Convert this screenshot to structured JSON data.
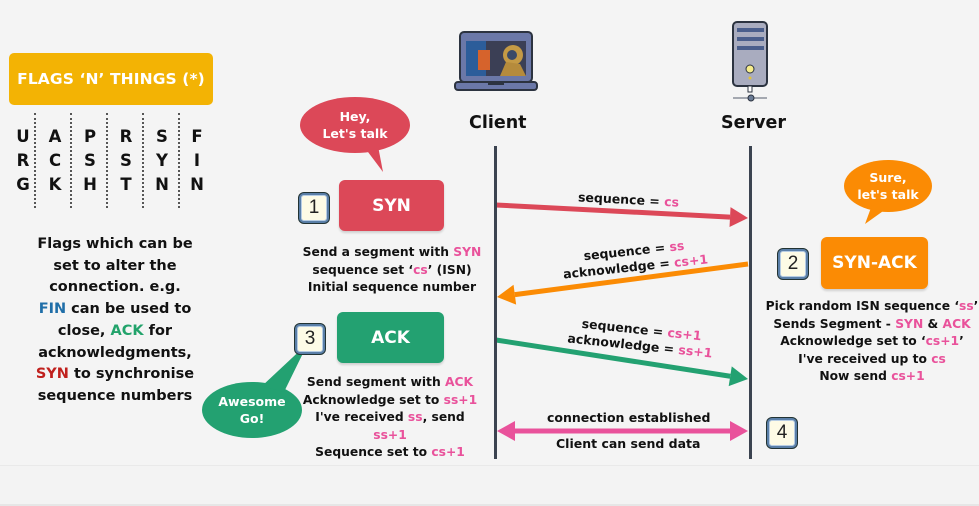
{
  "flags_panel": {
    "title": "FLAGS ‘N’ THINGS (*)",
    "flags": [
      {
        "letters": [
          "U",
          "R",
          "G"
        ],
        "name": "URG"
      },
      {
        "letters": [
          "A",
          "C",
          "K"
        ],
        "name": "ACK"
      },
      {
        "letters": [
          "P",
          "S",
          "H"
        ],
        "name": "PSH"
      },
      {
        "letters": [
          "R",
          "S",
          "T"
        ],
        "name": "RST"
      },
      {
        "letters": [
          "S",
          "Y",
          "N"
        ],
        "name": "SYN"
      },
      {
        "letters": [
          "F",
          "I",
          "N"
        ],
        "name": "FIN"
      }
    ],
    "description": {
      "line1": "Flags which can be",
      "line2": "set to alter the",
      "line3": "connection. e.g.",
      "fin": "FIN",
      "line4_rest": " can be used to",
      "line5_pre": "close, ",
      "ack": "ACK",
      "line5_rest": " for",
      "line6": "acknowledgments,",
      "syn": "SYN",
      "line7_rest": " to synchronise",
      "line8": "sequence numbers"
    }
  },
  "nodes": {
    "client": {
      "label": "Client",
      "icon": "laptop-icon"
    },
    "server": {
      "label": "Server",
      "icon": "server-icon"
    }
  },
  "bubbles": {
    "client_hello": {
      "line1": "Hey,",
      "line2": "Let's talk"
    },
    "server_reply": {
      "line1": "Sure,",
      "line2": "let's talk"
    },
    "client_ack": {
      "line1": "Awesome",
      "line2": "Go!"
    }
  },
  "steps": [
    {
      "number": "1",
      "label": "SYN",
      "caption": {
        "l1_pre": "Send a segment with ",
        "l1_hl": "SYN",
        "l2_pre": "sequence set ‘",
        "l2_hl": "cs",
        "l2_post": "’ (ISN)",
        "l3": "Initial sequence number"
      }
    },
    {
      "number": "2",
      "label": "SYN-ACK",
      "caption": {
        "l1_pre": "Pick random ISN sequence ‘",
        "l1_hl": "ss",
        "l1_post": "’",
        "l2_pre": "Sends Segment - ",
        "l2_hl1": "SYN",
        "l2_mid": " & ",
        "l2_hl2": "ACK",
        "l3_pre": "Acknowledge set to ‘",
        "l3_hl": "cs+1",
        "l3_post": "’",
        "l4_pre": "I've received up to ",
        "l4_hl": "cs",
        "l5_pre": "Now send ",
        "l5_hl": "cs+1"
      }
    },
    {
      "number": "3",
      "label": "ACK",
      "caption": {
        "l1_pre": "Send segment with ",
        "l1_hl": "ACK",
        "l2_pre": "Acknowledge set to ",
        "l2_hl": "ss+1",
        "l3_pre": "I've received ",
        "l3_hl1": "ss",
        "l3_mid": ", send ",
        "l3_hl2": "ss+1",
        "l4_pre": "Sequence set to ",
        "l4_hl": "cs+1"
      }
    },
    {
      "number": "4"
    }
  ],
  "arrows": [
    {
      "name": "syn-arrow",
      "direction": "client-to-server",
      "color": "#dc4858",
      "l1_pre": "sequence = ",
      "l1_hl": "cs"
    },
    {
      "name": "synack-arrow",
      "direction": "server-to-client",
      "color": "#fb8b04",
      "l1_pre": "sequence = ",
      "l1_hl": "ss",
      "l2_pre": "acknowledge = ",
      "l2_hl": "cs+1"
    },
    {
      "name": "ack-arrow",
      "direction": "client-to-server",
      "color": "#23a171",
      "l1_pre": "sequence = ",
      "l1_hl": "cs+1",
      "l2_pre": "acknowledge = ",
      "l2_hl": "ss+1"
    },
    {
      "name": "established-arrow",
      "direction": "bidirectional",
      "color": "#e9529b",
      "top_label": "connection established",
      "bottom_label": "Client can send data"
    }
  ],
  "colors": {
    "flags_title_bg": "#f3b304",
    "highlight": "#e9529b",
    "fin": "#1f6ea8",
    "ack": "#22a36b",
    "syn": "#c0201d"
  }
}
